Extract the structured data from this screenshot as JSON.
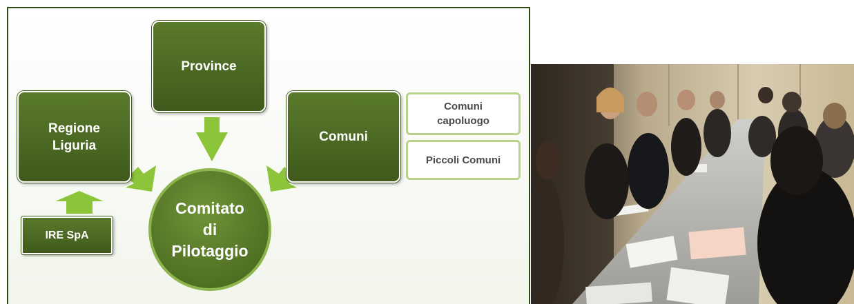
{
  "diagram": {
    "regione_liguria": "Regione\nLiguria",
    "province": "Province",
    "comuni": "Comuni",
    "comuni_capoluogo": "Comuni\ncapoluogo",
    "piccoli_comuni": "Piccoli Comuni",
    "ire_spa": "IRE SpA",
    "comitato": "Comitato\ndi\nPilotaggio"
  },
  "colors": {
    "dark_green": "#3f5a1c",
    "light_green": "#8cc43a",
    "outline_green": "#b9d38e"
  }
}
